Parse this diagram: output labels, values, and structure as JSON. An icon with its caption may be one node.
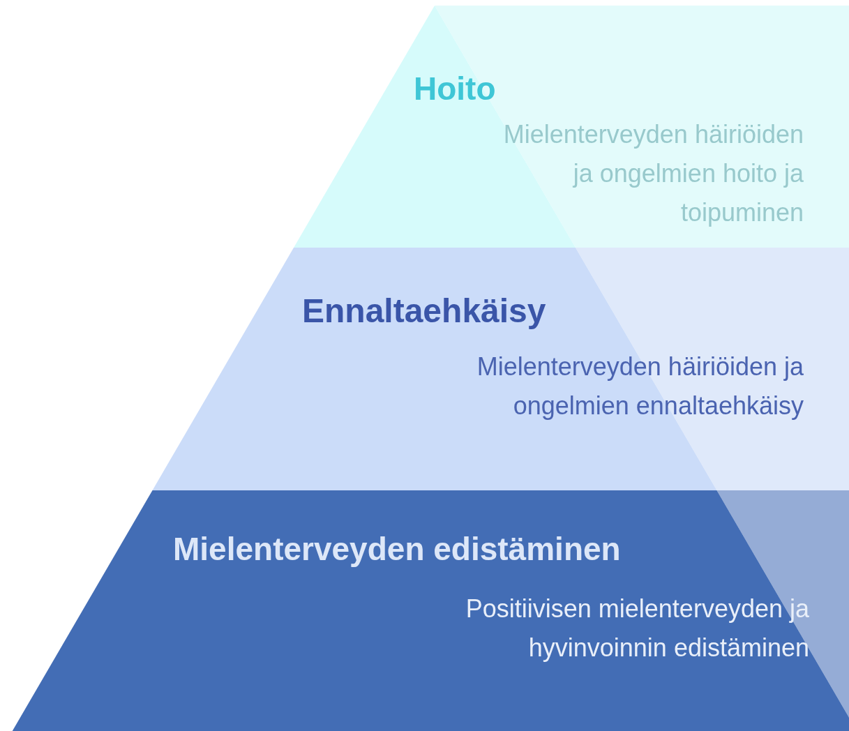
{
  "diagram": {
    "nodes": [
      {
        "text": [
          "Hoito",
          "Mielenterveyden häiriöiden ja ongelmien hoito ja toipuminen"
        ]
      },
      {
        "text": [
          "Ennaltaehkäisy",
          "Mielenterveyden häiriöiden ja ongelmien ennaltaehkäisy"
        ]
      },
      {
        "text": [
          "Mielenterveyden edistäminen",
          "Positiivisen mielenterveyden ja hyvinvoinnin edistäminen"
        ]
      }
    ]
  }
}
